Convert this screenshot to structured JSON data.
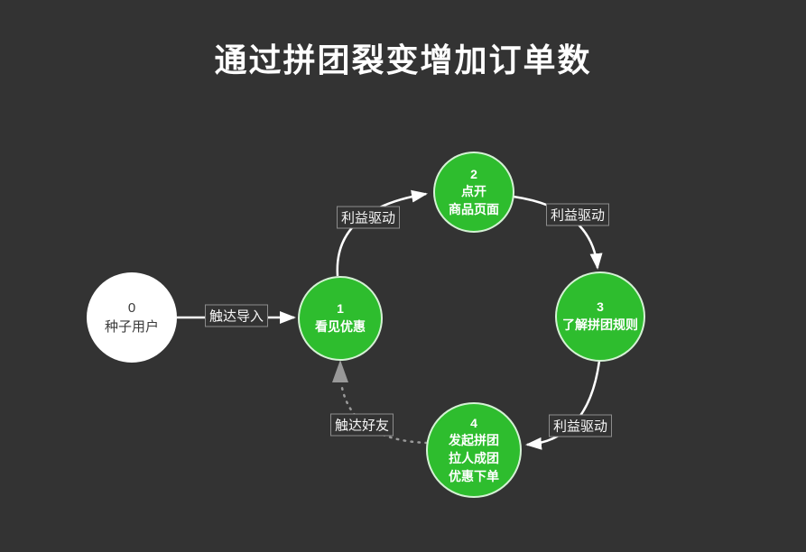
{
  "title": "通过拼团裂变增加订单数",
  "colors": {
    "background": "#333333",
    "node_green": "#2ebd2e",
    "node_white": "#ffffff",
    "arrow_white": "#ffffff",
    "arrow_gray": "#999999",
    "text_light": "#ffffff",
    "text_dark": "#3b3b3b"
  },
  "nodes": [
    {
      "number": "0",
      "lines": [
        "种子用户"
      ]
    },
    {
      "number": "1",
      "lines": [
        "看见优惠"
      ]
    },
    {
      "number": "2",
      "lines": [
        "点开",
        "商品页面"
      ]
    },
    {
      "number": "3",
      "lines": [
        "了解拼团规则"
      ]
    },
    {
      "number": "4",
      "lines": [
        "发起拼团",
        "拉人成团",
        "优惠下单"
      ]
    }
  ],
  "edges": [
    {
      "from": "0",
      "to": "1",
      "label": "触达导入",
      "style": "solid"
    },
    {
      "from": "1",
      "to": "2",
      "label": "利益驱动",
      "style": "solid"
    },
    {
      "from": "2",
      "to": "3",
      "label": "利益驱动",
      "style": "solid"
    },
    {
      "from": "3",
      "to": "4",
      "label": "利益驱动",
      "style": "solid"
    },
    {
      "from": "4",
      "to": "1",
      "label": "触达好友",
      "style": "dotted"
    }
  ]
}
